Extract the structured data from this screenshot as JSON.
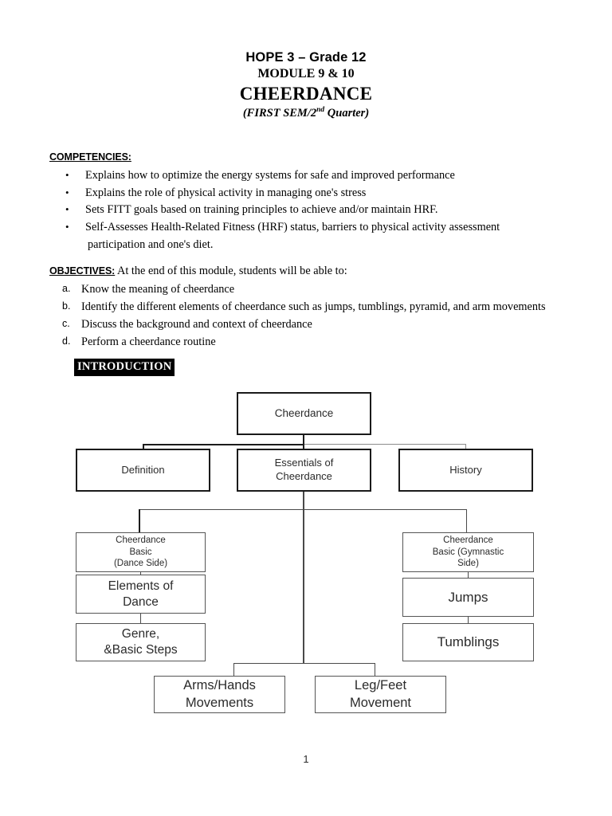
{
  "header": {
    "line1": "HOPE 3 – Grade 12",
    "line2": "MODULE 9 & 10",
    "line3": "CHEERDANCE",
    "line4_pre": "(FIRST SEM/2",
    "line4_sup": "nd",
    "line4_post": " Quarter)"
  },
  "competencies": {
    "heading": "COMPETENCIES:",
    "bullet_glyph": "•",
    "items": [
      "Explains how to optimize the energy systems for safe and improved performance",
      "Explains the role of physical activity in managing one's stress",
      "Sets FITT goals based on training principles to achieve and/or maintain HRF.",
      "Self-Assesses Health-Related Fitness (HRF) status, barriers to physical activity assessment"
    ],
    "continuation": "participation and one's diet."
  },
  "objectives": {
    "heading": "OBJECTIVES:",
    "intro": "At the end of this module, students will be able to:",
    "items": [
      {
        "marker": "a.",
        "text": "Know the meaning of cheerdance"
      },
      {
        "marker": "b.",
        "text": "Identify the different elements of cheerdance such as jumps, tumblings, pyramid, and arm movements"
      },
      {
        "marker": "c.",
        "text": "Discuss the background and context of cheerdance"
      },
      {
        "marker": "d.",
        "text": "Perform a cheerdance routine"
      }
    ]
  },
  "introduction": {
    "heading": "INTRODUCTION"
  },
  "flowchart": {
    "root": "Cheerdance",
    "tier2": {
      "definition": "Definition",
      "essentials_line1": "Essentials of",
      "essentials_line2": "Cheerdance",
      "history": "History"
    },
    "dance_branch": {
      "basic_line1": "Cheerdance",
      "basic_line2": "Basic",
      "basic_line3": "(Dance Side)",
      "elements_line1": "Elements of",
      "elements_line2": "Dance",
      "genre_line1": "Genre,",
      "genre_line2": "&Basic Steps"
    },
    "gymnastic_branch": {
      "basic_line1": "Cheerdance",
      "basic_line2": "Basic (Gymnastic",
      "basic_line3": "Side)",
      "jumps": "Jumps",
      "tumblings": "Tumblings"
    },
    "bottom": {
      "arms_line1": "Arms/Hands",
      "arms_line2": "Movements",
      "legs_line1": "Leg/Feet",
      "legs_line2": "Movement"
    }
  },
  "footer": {
    "page_number": "1"
  }
}
